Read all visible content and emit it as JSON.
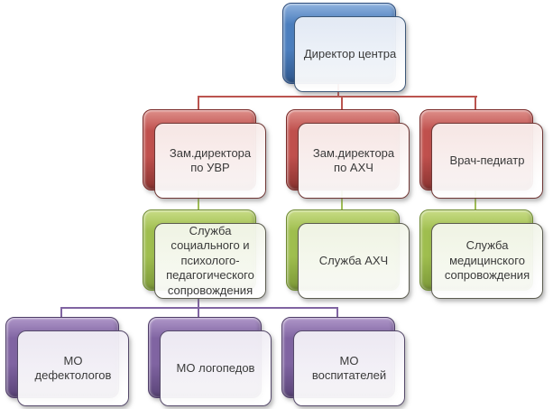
{
  "diagram": {
    "type": "org-chart",
    "background": "#ffffff",
    "text_color": "#3a3a3a",
    "nodes": [
      {
        "id": "director",
        "label": "Директор центра",
        "level": 1,
        "parent": null,
        "color": "blue"
      },
      {
        "id": "deputy-uvr",
        "label": "Зам.директора\nпо УВР",
        "level": 2,
        "parent": "director",
        "color": "red"
      },
      {
        "id": "deputy-ahch",
        "label": "Зам.директора\nпо АХЧ",
        "level": 2,
        "parent": "director",
        "color": "red"
      },
      {
        "id": "pediatrician",
        "label": "Врач-педиатр",
        "level": 2,
        "parent": "director",
        "color": "red"
      },
      {
        "id": "psych-ped-service",
        "label": "Служба\nсоциального и\nпсихолого-\nпедагогического\nсопровождения",
        "level": 3,
        "parent": "deputy-uvr",
        "color": "green"
      },
      {
        "id": "ahch-service",
        "label": "Служба АХЧ",
        "level": 3,
        "parent": "deputy-ahch",
        "color": "green"
      },
      {
        "id": "medical-service",
        "label": "Служба\nмедицинского\nсопровождения",
        "level": 3,
        "parent": "pediatrician",
        "color": "green"
      },
      {
        "id": "mo-defectologists",
        "label": "МО\nдефектологов",
        "level": 4,
        "parent": "psych-ped-service",
        "color": "purple"
      },
      {
        "id": "mo-logopedists",
        "label": "МО логопедов",
        "level": 4,
        "parent": "psych-ped-service",
        "color": "purple"
      },
      {
        "id": "mo-educators",
        "label": "МО\nвоспитателей",
        "level": 4,
        "parent": "psych-ped-service",
        "color": "purple"
      }
    ],
    "colors": {
      "blue": {
        "back": "#4b7ebe",
        "back_light": "#8fb2de",
        "back_dark": "#2e568c",
        "front_border": "#3d5878",
        "front_tint": "#e8edf6"
      },
      "red": {
        "back": "#c0504d",
        "back_light": "#de8f8a",
        "back_dark": "#8a3330",
        "front_border": "#6e3634",
        "front_tint": "#f8ecea"
      },
      "green": {
        "back": "#9fbe4e",
        "back_light": "#c8dc85",
        "back_dark": "#7c9838",
        "front_border": "#5c5c50",
        "front_tint": "#f2f5e9"
      },
      "purple": {
        "back": "#8064a2",
        "back_light": "#ae96c8",
        "back_dark": "#5a4478",
        "front_border": "#55496a",
        "front_tint": "#f0edf5"
      },
      "connector_red": "#bb544f",
      "connector_green": "#a0bf55",
      "connector_purple": "#8064a2"
    }
  }
}
